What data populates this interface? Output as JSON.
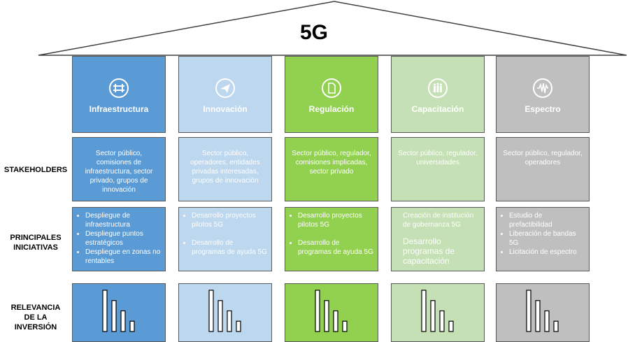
{
  "title": "5G",
  "row_labels": {
    "stakeholders": "STAKEHOLDERS",
    "iniciativas": "PRINCIPALES\nINICIATIVAS",
    "relevancia": "RELEVANCIA\nDE LA\nINVERSIÓN"
  },
  "columns": [
    {
      "label": "Infraestructura",
      "icon": "bridge-icon",
      "colors": {
        "bg": "#5b9bd5",
        "text": "#ffffff"
      },
      "stakeholders": "Sector público, comisiones de infraestructura, sector privado, grupos de innovación",
      "initiatives": [
        "Despliegue de infraestructura",
        "Despliegue puntos estratégicos",
        "Despliegue en zonas no rentables"
      ],
      "relevance": [
        4,
        3,
        2,
        1
      ]
    },
    {
      "label": "Innovación",
      "icon": "paper-plane-icon",
      "colors": {
        "bg": "#bdd7ee",
        "text": "#ffffff"
      },
      "stakeholders": "Sector público, operadores, entidades privadas interesadas, grupos de innovación",
      "initiatives": [
        "Desarrollo proyectos pilotos 5G",
        "Desarrollo de programas de ayuda 5G"
      ],
      "relevance": [
        4,
        3,
        2,
        1
      ]
    },
    {
      "label": "Regulación",
      "icon": "document-icon",
      "colors": {
        "bg": "#92d050",
        "text": "#ffffff"
      },
      "stakeholders": "Sector público, regulador, comisiones implicadas, sector privado",
      "initiatives": [
        "Desarrollo proyectos pilotos 5G",
        "Desarrollo de programas de ayuda 5G"
      ],
      "relevance": [
        4,
        3,
        2,
        1
      ]
    },
    {
      "label": "Capacitación",
      "icon": "people-group-icon",
      "colors": {
        "bg": "#c5e0b4",
        "text": "#ffffff"
      },
      "stakeholders": "Sector público, regulador, universidades",
      "initiatives": [
        "Creación de institución de gobernanza 5G",
        "Desarrollo programas de capacitación"
      ],
      "relevance": [
        4,
        3,
        2,
        1
      ]
    },
    {
      "label": "Espectro",
      "icon": "signal-wave-icon",
      "colors": {
        "bg": "#bfbfbf",
        "text": "#ffffff"
      },
      "stakeholders": "Sector público, regulador, operadores",
      "initiatives": [
        "Estudio de prefactibilidad",
        "Liberación de bandas 5G",
        "Licitación de espectro"
      ],
      "relevance": [
        4,
        3,
        2,
        1
      ]
    }
  ]
}
